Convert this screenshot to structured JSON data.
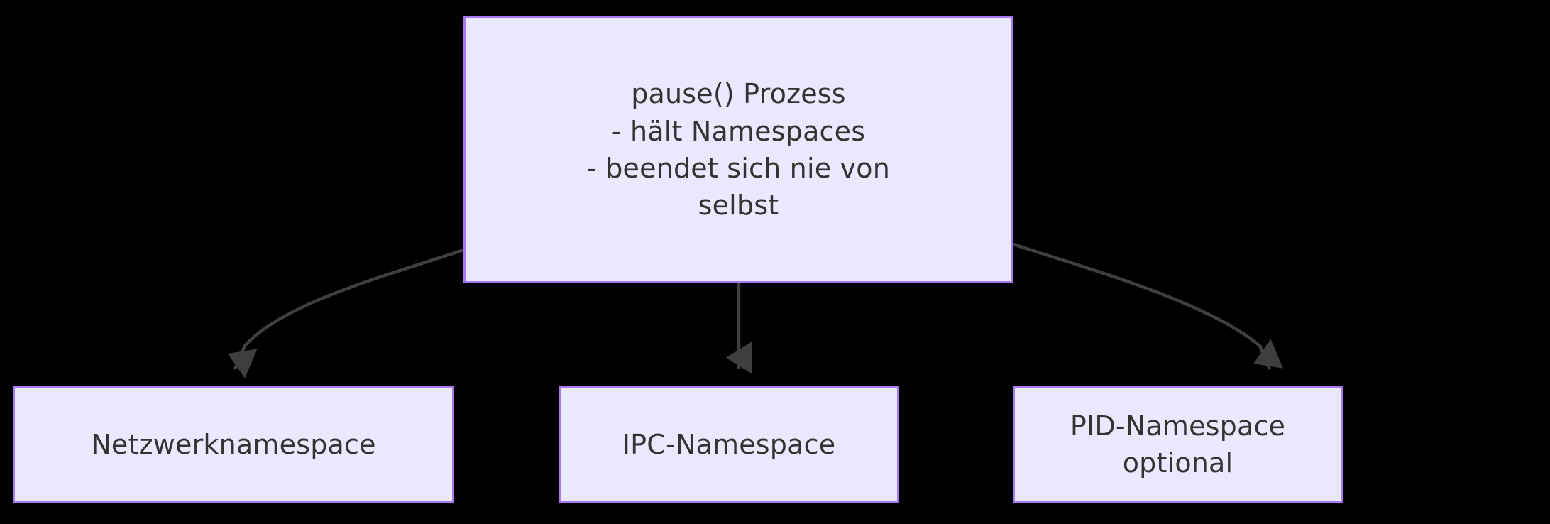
{
  "diagram": {
    "type": "flowchart",
    "direction": "top-down",
    "background_color": "#000000",
    "node_fill_color": "#e9e8fc",
    "node_border_color": "#a879f0",
    "node_text_color": "#333333",
    "edge_color": "#3f3f3f",
    "nodes": [
      {
        "id": "root",
        "label": "pause() Prozess\n- hält Namespaces\n- beendet sich nie von\nselbst",
        "lines": [
          "pause() Prozess",
          "- hält Namespaces",
          "- beendet sich nie von",
          "selbst"
        ]
      },
      {
        "id": "net",
        "label": "Netzwerknamespace"
      },
      {
        "id": "ipc",
        "label": "IPC-Namespace"
      },
      {
        "id": "pid",
        "label": "PID-Namespace optional"
      }
    ],
    "edges": [
      {
        "from": "root",
        "to": "net",
        "label": "",
        "arrow": "arrowhead-down"
      },
      {
        "from": "root",
        "to": "ipc",
        "label": "",
        "arrow": "arrowhead-down"
      },
      {
        "from": "root",
        "to": "pid",
        "label": "",
        "arrow": "arrowhead-down"
      }
    ]
  }
}
